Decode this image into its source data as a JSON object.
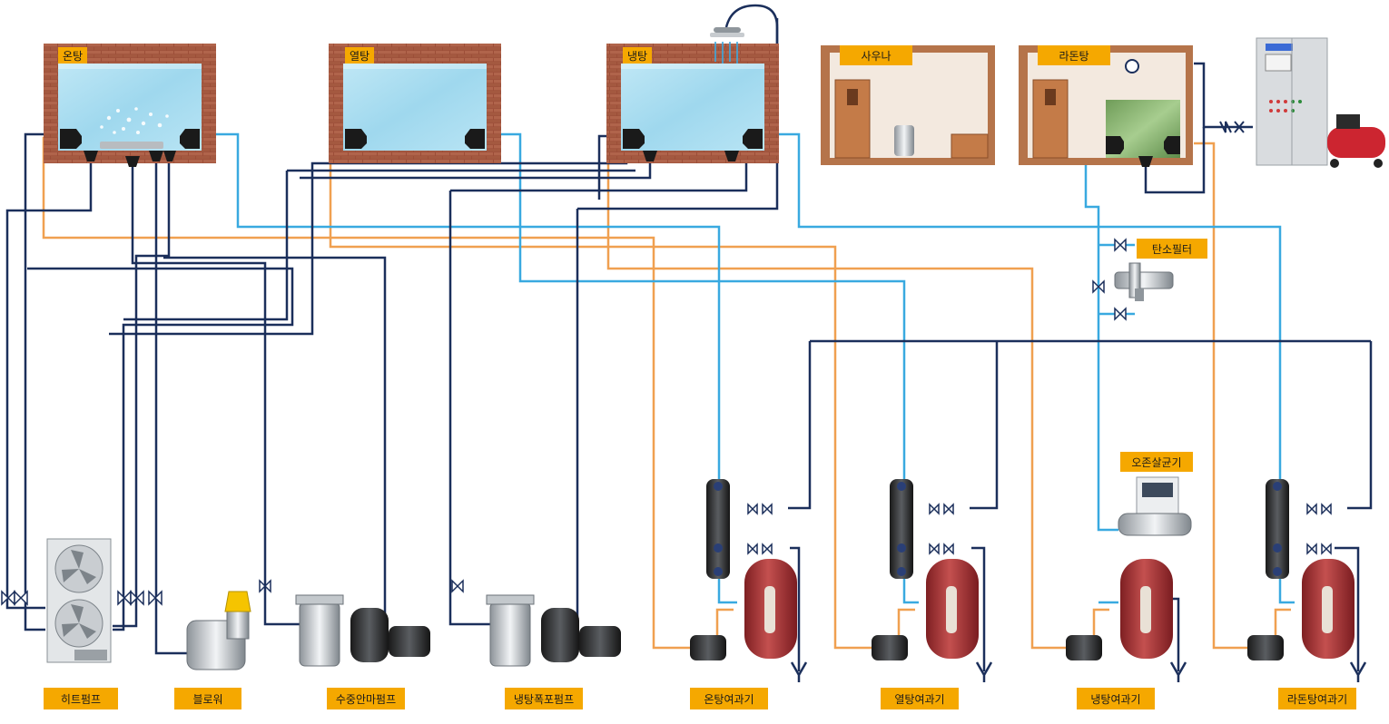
{
  "pools": {
    "warm": "온탕",
    "hot": "열탕",
    "cold": "냉탕",
    "sauna": "사우나",
    "radon": "라돈탕"
  },
  "equipment": {
    "carbon_filter": "탄소필터",
    "ozone": "오존살균기"
  },
  "bottom_labels": {
    "heat_pump": "히트펌프",
    "blower": "블로워",
    "massage_pump": "수중안마펌프",
    "waterfall_pump": "냉탕폭포펌프",
    "warm_filter": "온탕여과기",
    "hot_filter": "열탕여과기",
    "cold_filter": "냉탕여과기",
    "radon_filter": "라돈탕여과기"
  },
  "colors": {
    "supply_line": "#1b2f5b",
    "return_line": "#39a9e0",
    "hot_line": "#f0a050",
    "water": "#a8dcef",
    "brick": "#a0553e",
    "wood": "#b5744a",
    "filter_tank": "#b33a3a",
    "label_bg": "#f5a800"
  }
}
